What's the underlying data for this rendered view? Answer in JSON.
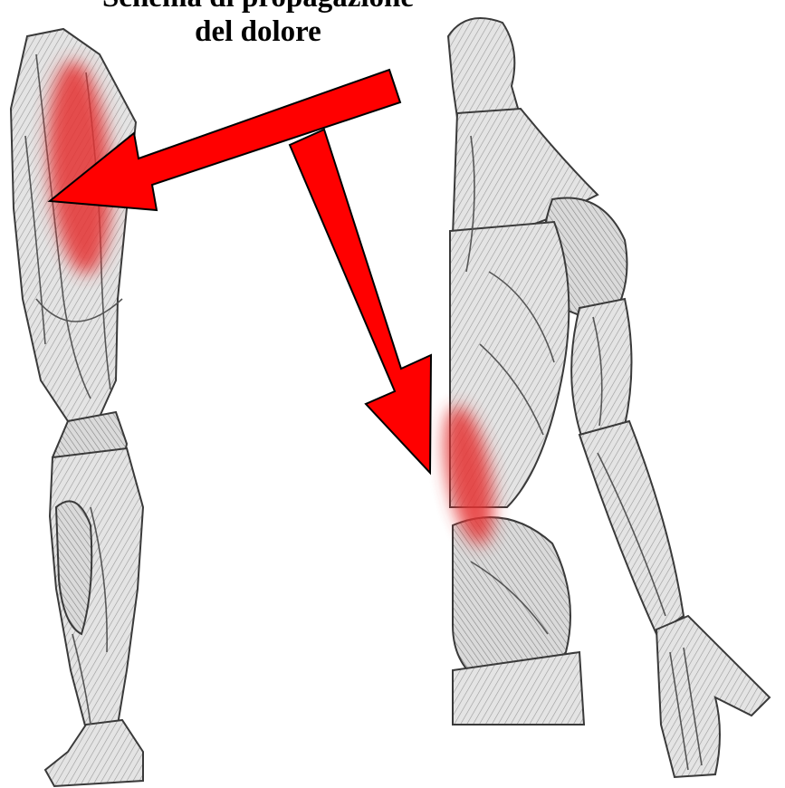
{
  "title": {
    "line1": "Schema di propagazione",
    "line2": "del dolore"
  },
  "colors": {
    "arrow": "#ff0000",
    "pain_zone": "#e53030",
    "outline": "#3a3a3a",
    "muscle": "#d9d9d9",
    "shade": "#8c8c8c"
  },
  "figures": [
    {
      "name": "leg-anatomy",
      "view": "lateral leg"
    },
    {
      "name": "back-arm-anatomy",
      "view": "posterior torso and arm"
    }
  ],
  "pain_zones": [
    {
      "name": "thigh-pain-zone"
    },
    {
      "name": "lower-back-pain-zone"
    }
  ],
  "arrows": [
    {
      "name": "arrow-to-thigh",
      "direction": "left"
    },
    {
      "name": "arrow-to-lower-back",
      "direction": "down"
    }
  ]
}
